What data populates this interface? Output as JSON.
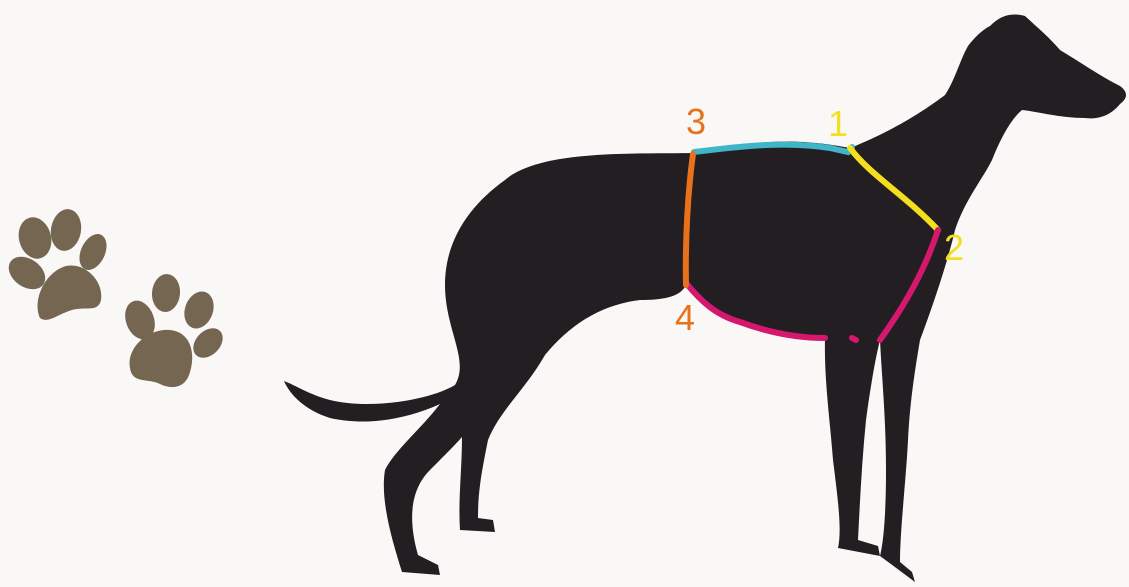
{
  "colors": {
    "background": "#f9f8f6",
    "silhouette": "#221e21",
    "paw": "#756651",
    "back_length": "#41b5c8",
    "neck": "#f4df1e",
    "chest_girth": "#d6176e",
    "waist": "#e8711c"
  },
  "icons": [
    "paw-print-icon",
    "paw-print-icon",
    "greyhound-silhouette"
  ],
  "points": [
    {
      "label": "1",
      "color": "#f4df1e"
    },
    {
      "label": "2",
      "color": "#f4df1e"
    },
    {
      "label": "3",
      "color": "#e8711c"
    },
    {
      "label": "4",
      "color": "#e8711c"
    }
  ]
}
